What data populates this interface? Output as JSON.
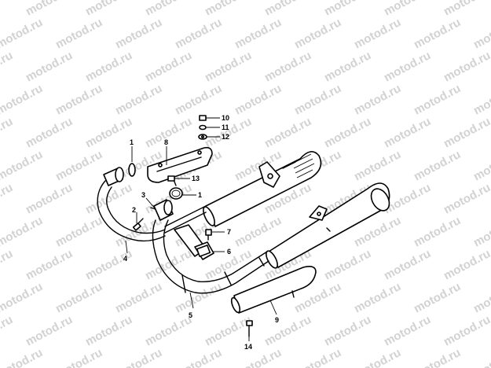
{
  "watermark": {
    "text": "motod.ru"
  },
  "callouts": [
    {
      "id": "c1a",
      "label": "1"
    },
    {
      "id": "c1b",
      "label": "1"
    },
    {
      "id": "c2",
      "label": "2"
    },
    {
      "id": "c3",
      "label": "3"
    },
    {
      "id": "c4",
      "label": "4"
    },
    {
      "id": "c5",
      "label": "5"
    },
    {
      "id": "c6",
      "label": "6"
    },
    {
      "id": "c7",
      "label": "7"
    },
    {
      "id": "c8",
      "label": "8"
    },
    {
      "id": "c9",
      "label": "9"
    },
    {
      "id": "c10",
      "label": "10"
    },
    {
      "id": "c11",
      "label": "11"
    },
    {
      "id": "c12",
      "label": "12"
    },
    {
      "id": "c13",
      "label": "13"
    },
    {
      "id": "c14",
      "label": "14"
    }
  ]
}
